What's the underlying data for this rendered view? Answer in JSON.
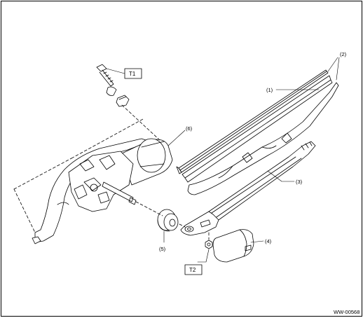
{
  "callouts": {
    "c1": "(1)",
    "c2": "(2)",
    "c3": "(3)",
    "c4": "(4)",
    "c5": "(5)",
    "c6": "(6)"
  },
  "torque_labels": {
    "t1": "T1",
    "t2": "T2"
  },
  "figure_code": "WW-00568"
}
